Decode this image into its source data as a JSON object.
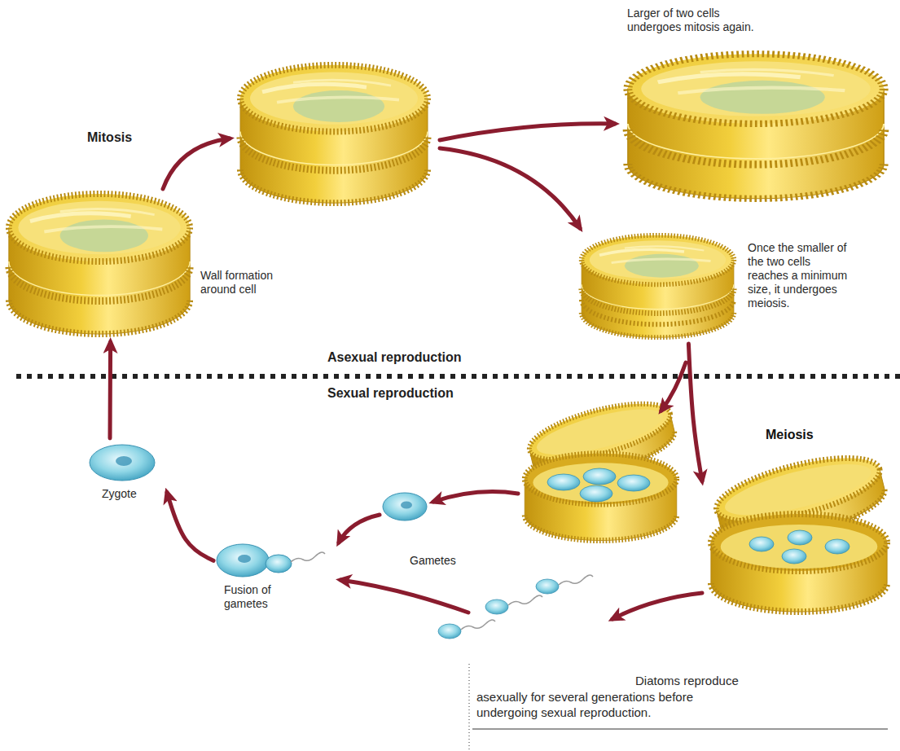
{
  "diagram": {
    "caption": "Diatoms reproduce asexually for several generations before undergoing sexual reproduction.",
    "nodes": [
      {
        "text": [
          "Larger of two cells undergoes mitosis again."
        ]
      },
      {
        "text": [
          "Once the smaller of the two cells reaches a minimum size, it undergoes meiosis."
        ]
      },
      {
        "text": [
          "Wall formation around cell"
        ]
      },
      {
        "text": [
          "Zygote"
        ]
      },
      {
        "text": [
          "Fusion of gametes"
        ]
      },
      {
        "text": [
          "Meiosis"
        ]
      }
    ],
    "edges": [
      {
        "from": 1,
        "to": 5,
        "arrow": "to"
      },
      {
        "from": 4,
        "to": 3,
        "arrow": "to"
      },
      {
        "from": 3,
        "to": 2,
        "arrow": "to"
      }
    ],
    "labels": [
      "Mitosis",
      "Asexual reproduction",
      "Sexual reproduction",
      "Gametes"
    ]
  }
}
